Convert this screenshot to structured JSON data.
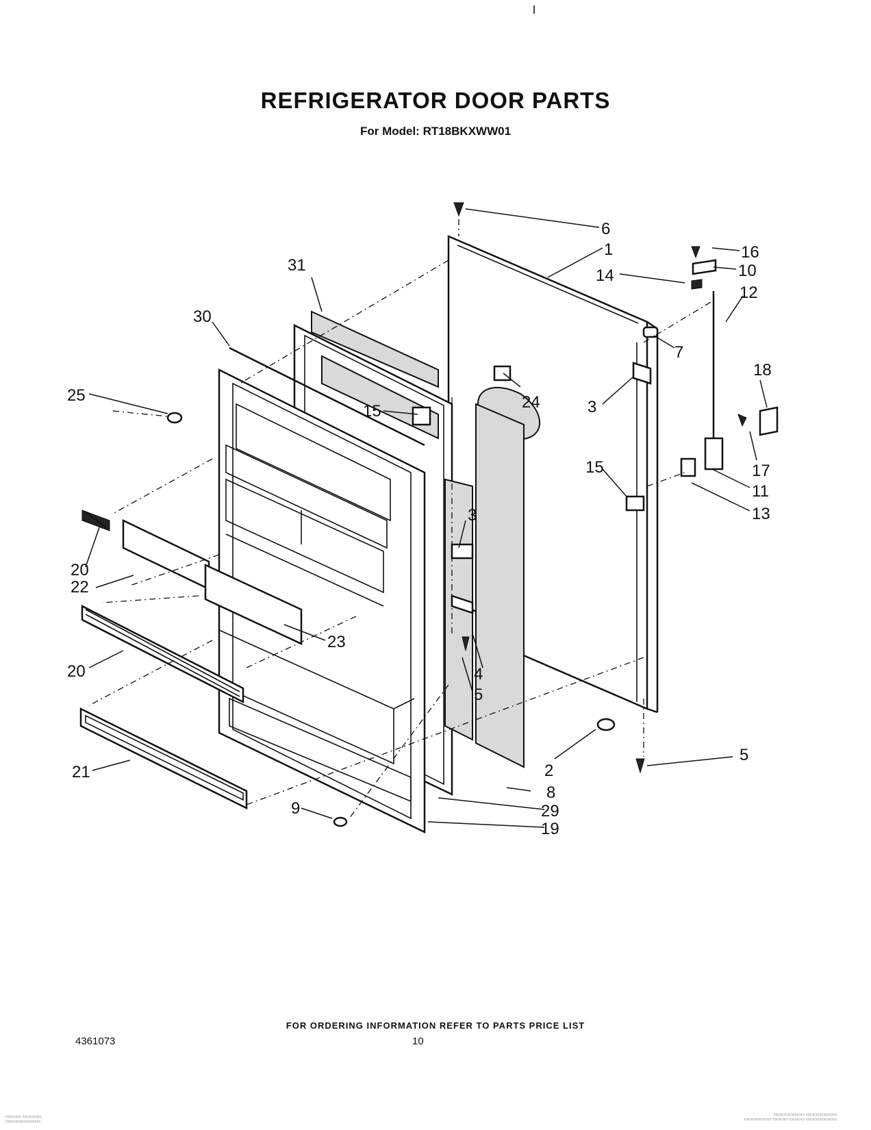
{
  "header": {
    "title": "REFRIGERATOR DOOR PARTS",
    "subtitle": "For Model: RT18BKXWW01"
  },
  "diagram": {
    "callouts": [
      {
        "key": "c1",
        "label": "1"
      },
      {
        "key": "c2",
        "label": "2"
      },
      {
        "key": "c3a",
        "label": "3"
      },
      {
        "key": "c3b",
        "label": "3"
      },
      {
        "key": "c4",
        "label": "4"
      },
      {
        "key": "c5a",
        "label": "5"
      },
      {
        "key": "c5b",
        "label": "5"
      },
      {
        "key": "c6",
        "label": "6"
      },
      {
        "key": "c7",
        "label": "7"
      },
      {
        "key": "c8",
        "label": "8"
      },
      {
        "key": "c9",
        "label": "9"
      },
      {
        "key": "c10",
        "label": "10"
      },
      {
        "key": "c11",
        "label": "11"
      },
      {
        "key": "c12",
        "label": "12"
      },
      {
        "key": "c13",
        "label": "13"
      },
      {
        "key": "c14",
        "label": "14"
      },
      {
        "key": "c15a",
        "label": "15"
      },
      {
        "key": "c15b",
        "label": "15"
      },
      {
        "key": "c16",
        "label": "16"
      },
      {
        "key": "c17",
        "label": "17"
      },
      {
        "key": "c18",
        "label": "18"
      },
      {
        "key": "c19",
        "label": "19"
      },
      {
        "key": "c20a",
        "label": "20"
      },
      {
        "key": "c20b",
        "label": "20"
      },
      {
        "key": "c21",
        "label": "21"
      },
      {
        "key": "c22",
        "label": "22"
      },
      {
        "key": "c23",
        "label": "23"
      },
      {
        "key": "c24",
        "label": "24"
      },
      {
        "key": "c25",
        "label": "25"
      },
      {
        "key": "c29",
        "label": "29"
      },
      {
        "key": "c30",
        "label": "30"
      },
      {
        "key": "c31",
        "label": "31"
      }
    ]
  },
  "footer": {
    "ordering_note": "FOR ORDERING INFORMATION REFER TO PARTS PRICE LIST",
    "doc_number": "4361073",
    "page_number": "10"
  }
}
